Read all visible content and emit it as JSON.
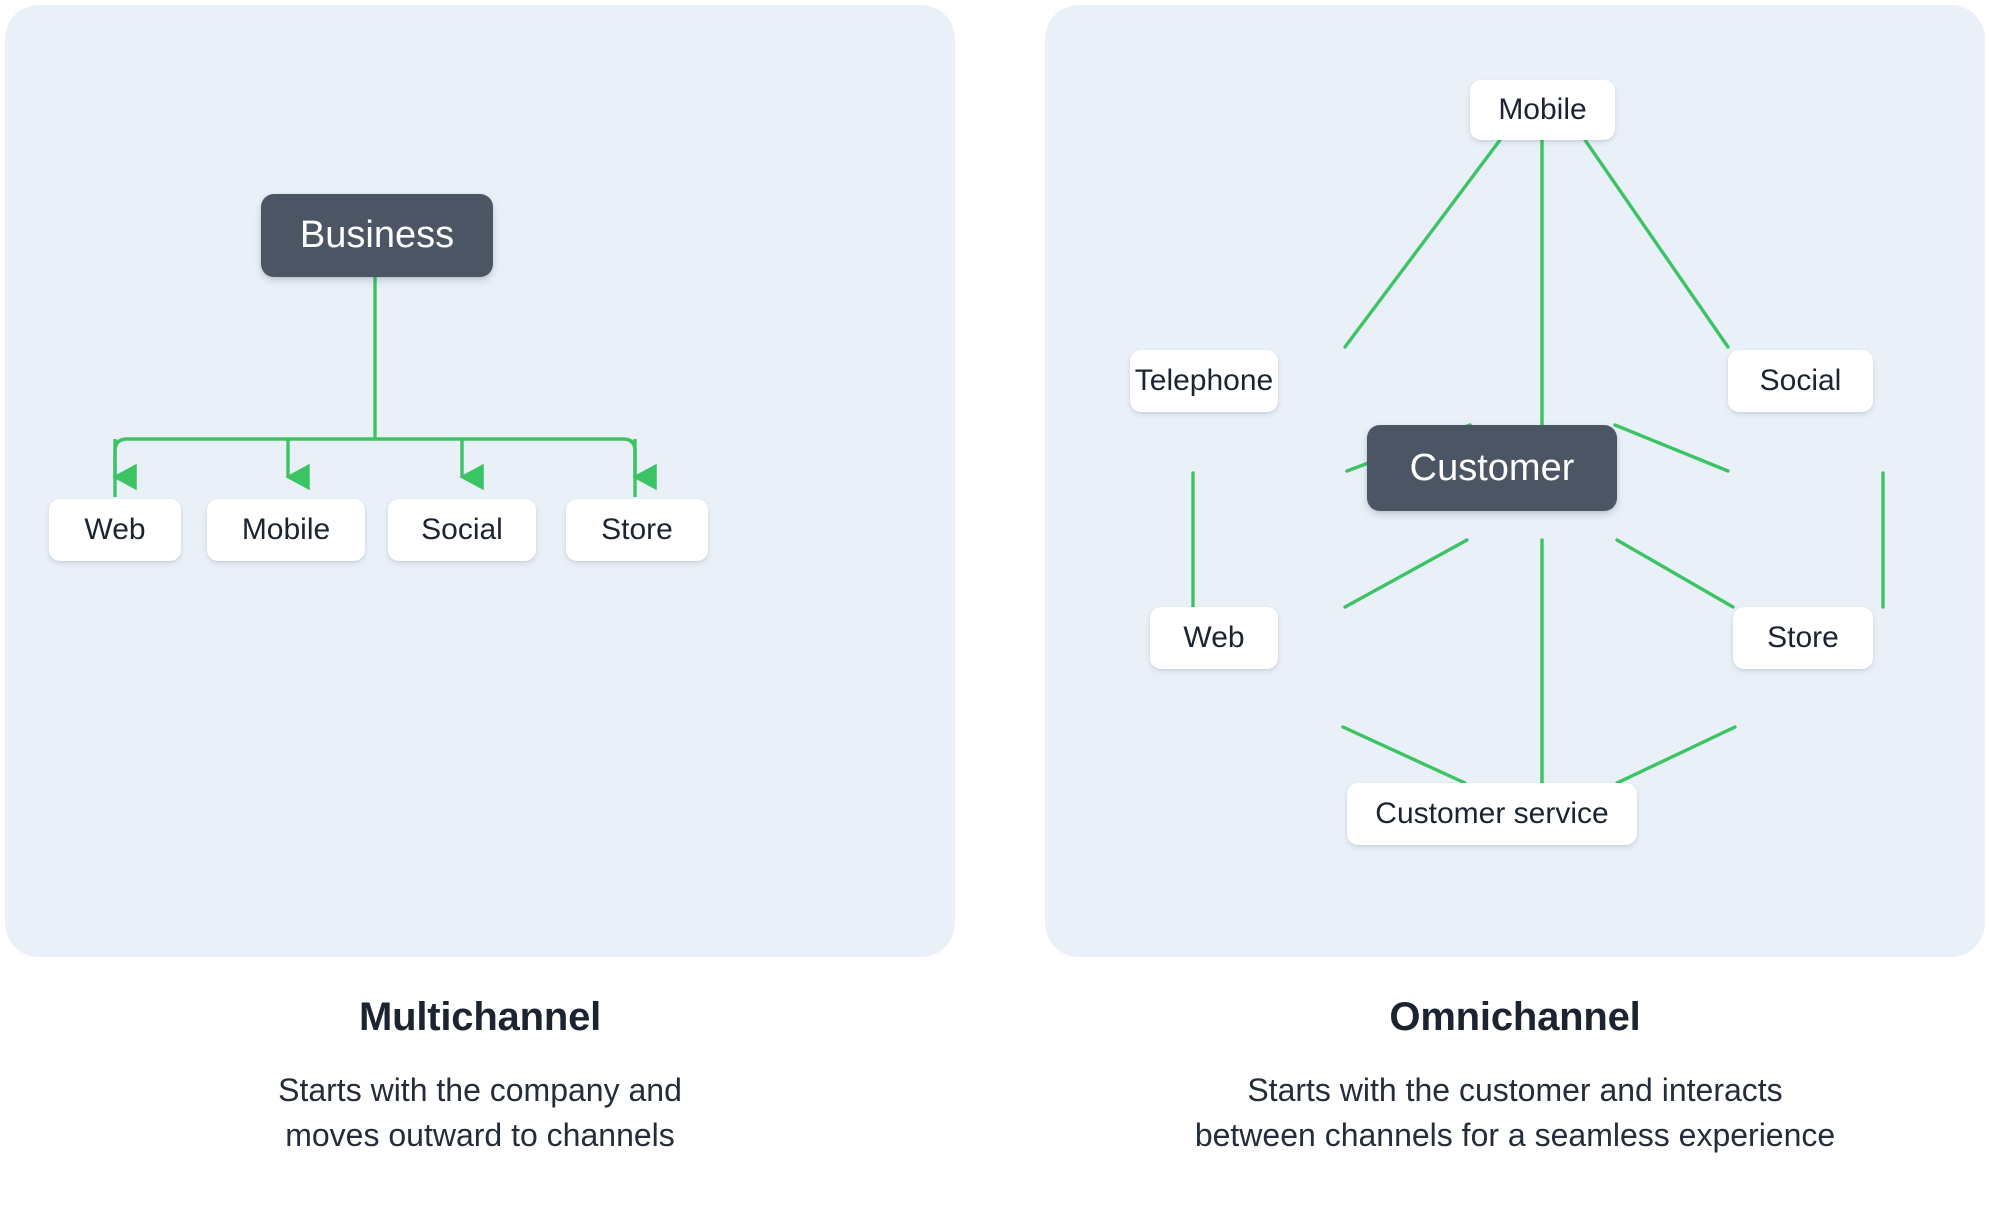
{
  "colors": {
    "panel_background": "#e9f0f8",
    "page_background": "#ffffff",
    "connector_green": "#3cc464",
    "node_dark": "#4b5563",
    "node_light": "#ffffff",
    "text_dark": "#1b2430",
    "text_light": "#ffffff"
  },
  "left": {
    "root": {
      "label": "Business"
    },
    "channels": [
      {
        "label": "Web"
      },
      {
        "label": "Mobile"
      },
      {
        "label": "Social"
      },
      {
        "label": "Store"
      }
    ],
    "caption": {
      "title": "Multichannel",
      "desc_line1": "Starts with the company and",
      "desc_line2": "moves outward to channels"
    }
  },
  "right": {
    "center": {
      "label": "Customer"
    },
    "channels": [
      {
        "label": "Mobile"
      },
      {
        "label": "Telephone"
      },
      {
        "label": "Social"
      },
      {
        "label": "Web"
      },
      {
        "label": "Store"
      },
      {
        "label": "Customer service"
      }
    ],
    "caption": {
      "title": "Omnichannel",
      "desc_line1": "Starts with the customer and interacts",
      "desc_line2": "between channels for a seamless experience"
    }
  },
  "chart_data": {
    "type": "diagram",
    "title": "Multichannel vs Omnichannel",
    "diagrams": [
      {
        "name": "Multichannel",
        "layout": "hierarchical-tree",
        "root": "Business",
        "leaves": [
          "Web",
          "Mobile",
          "Social",
          "Store"
        ],
        "edges": [
          {
            "from": "Business",
            "to": "Web",
            "directed": true
          },
          {
            "from": "Business",
            "to": "Mobile",
            "directed": true
          },
          {
            "from": "Business",
            "to": "Social",
            "directed": true
          },
          {
            "from": "Business",
            "to": "Store",
            "directed": true
          }
        ],
        "description": "Starts with the company and moves outward to channels"
      },
      {
        "name": "Omnichannel",
        "layout": "hexagon-hub-and-ring",
        "center": "Customer",
        "ring": [
          "Mobile",
          "Telephone",
          "Social",
          "Web",
          "Store",
          "Customer service"
        ],
        "edges": [
          {
            "from": "Customer",
            "to": "Mobile",
            "directed": false
          },
          {
            "from": "Customer",
            "to": "Telephone",
            "directed": false
          },
          {
            "from": "Customer",
            "to": "Social",
            "directed": false
          },
          {
            "from": "Customer",
            "to": "Web",
            "directed": false
          },
          {
            "from": "Customer",
            "to": "Store",
            "directed": false
          },
          {
            "from": "Customer",
            "to": "Customer service",
            "directed": false
          },
          {
            "from": "Mobile",
            "to": "Telephone",
            "directed": false
          },
          {
            "from": "Mobile",
            "to": "Social",
            "directed": false
          },
          {
            "from": "Telephone",
            "to": "Web",
            "directed": false
          },
          {
            "from": "Social",
            "to": "Store",
            "directed": false
          },
          {
            "from": "Web",
            "to": "Customer service",
            "directed": false
          },
          {
            "from": "Store",
            "to": "Customer service",
            "directed": false
          }
        ],
        "description": "Starts with the customer and interacts between channels for a seamless experience"
      }
    ]
  }
}
